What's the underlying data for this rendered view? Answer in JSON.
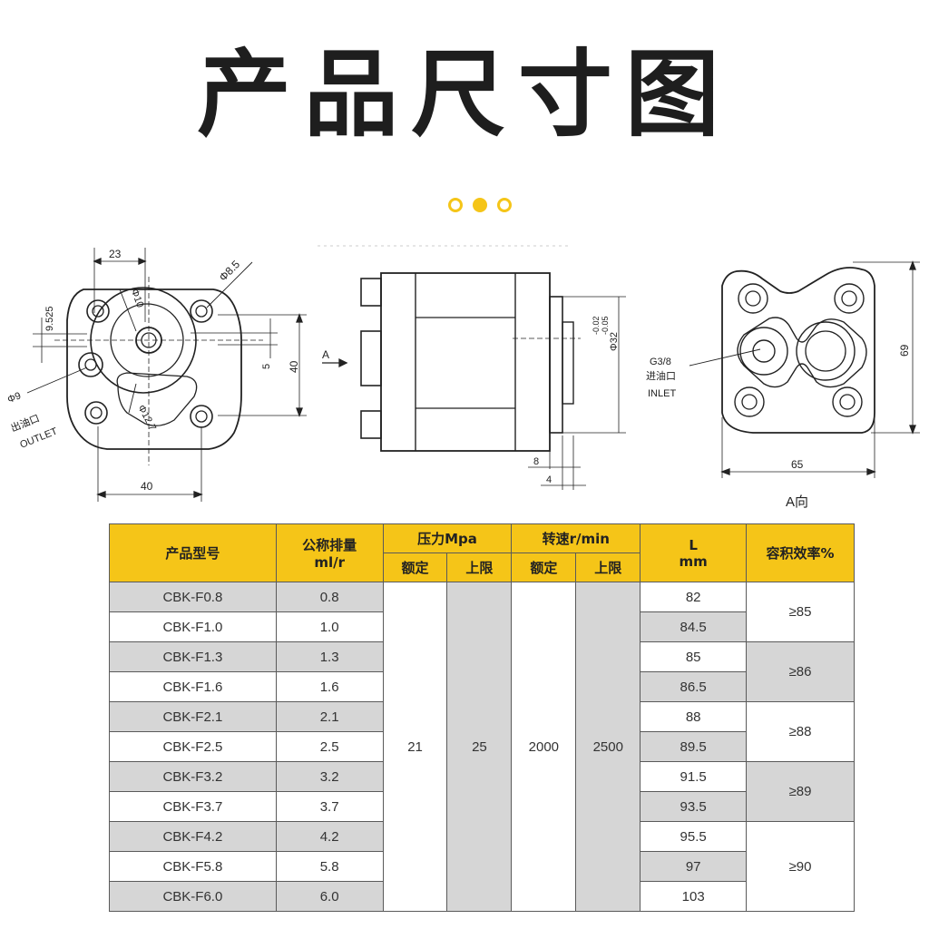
{
  "title": "产品尺寸图",
  "accent_color": "#f5c518",
  "drawing": {
    "front": {
      "dim_top": "23",
      "dim_hole": "Φ8.5",
      "dim_left": "9.525",
      "dim_bore": "Φ10",
      "dim_port": "Φ12.7",
      "dim_5": "5",
      "dim_40v": "40",
      "dim_40h": "40",
      "outlet_dia": "Φ9",
      "outlet_cn": "出油口",
      "outlet_en": "OUTLET"
    },
    "side": {
      "arrow": "A",
      "dia": "Φ32",
      "tol_top": "-0.02",
      "tol_bot": "-0.05",
      "dim_8": "8",
      "dim_4": "4"
    },
    "rear": {
      "thread": "G3/8",
      "inlet_cn": "进油口",
      "inlet_en": "INLET",
      "dim_69": "69",
      "dim_65": "65",
      "view": "A向"
    }
  },
  "table": {
    "h_model": "产品型号",
    "h_disp_1": "公称排量",
    "h_disp_2": "ml/r",
    "h_pressure": "压力Mpa",
    "h_speed": "转速r/min",
    "h_L_1": "L",
    "h_L_2": "mm",
    "h_eff": "容积效率%",
    "h_rated": "额定",
    "h_upper": "上限",
    "pressure_rated": "21",
    "pressure_upper": "25",
    "speed_rated": "2000",
    "speed_upper": "2500",
    "rows": [
      {
        "model": "CBK-F0.8",
        "disp": "0.8",
        "L": "82"
      },
      {
        "model": "CBK-F1.0",
        "disp": "1.0",
        "L": "84.5"
      },
      {
        "model": "CBK-F1.3",
        "disp": "1.3",
        "L": "85"
      },
      {
        "model": "CBK-F1.6",
        "disp": "1.6",
        "L": "86.5"
      },
      {
        "model": "CBK-F2.1",
        "disp": "2.1",
        "L": "88"
      },
      {
        "model": "CBK-F2.5",
        "disp": "2.5",
        "L": "89.5"
      },
      {
        "model": "CBK-F3.2",
        "disp": "3.2",
        "L": "91.5"
      },
      {
        "model": "CBK-F3.7",
        "disp": "3.7",
        "L": "93.5"
      },
      {
        "model": "CBK-F4.2",
        "disp": "4.2",
        "L": "95.5"
      },
      {
        "model": "CBK-F5.8",
        "disp": "5.8",
        "L": "97"
      },
      {
        "model": "CBK-F6.0",
        "disp": "6.0",
        "L": "103"
      }
    ],
    "efficiency": [
      "≥85",
      "≥86",
      "≥88",
      "≥89",
      "≥90"
    ]
  }
}
